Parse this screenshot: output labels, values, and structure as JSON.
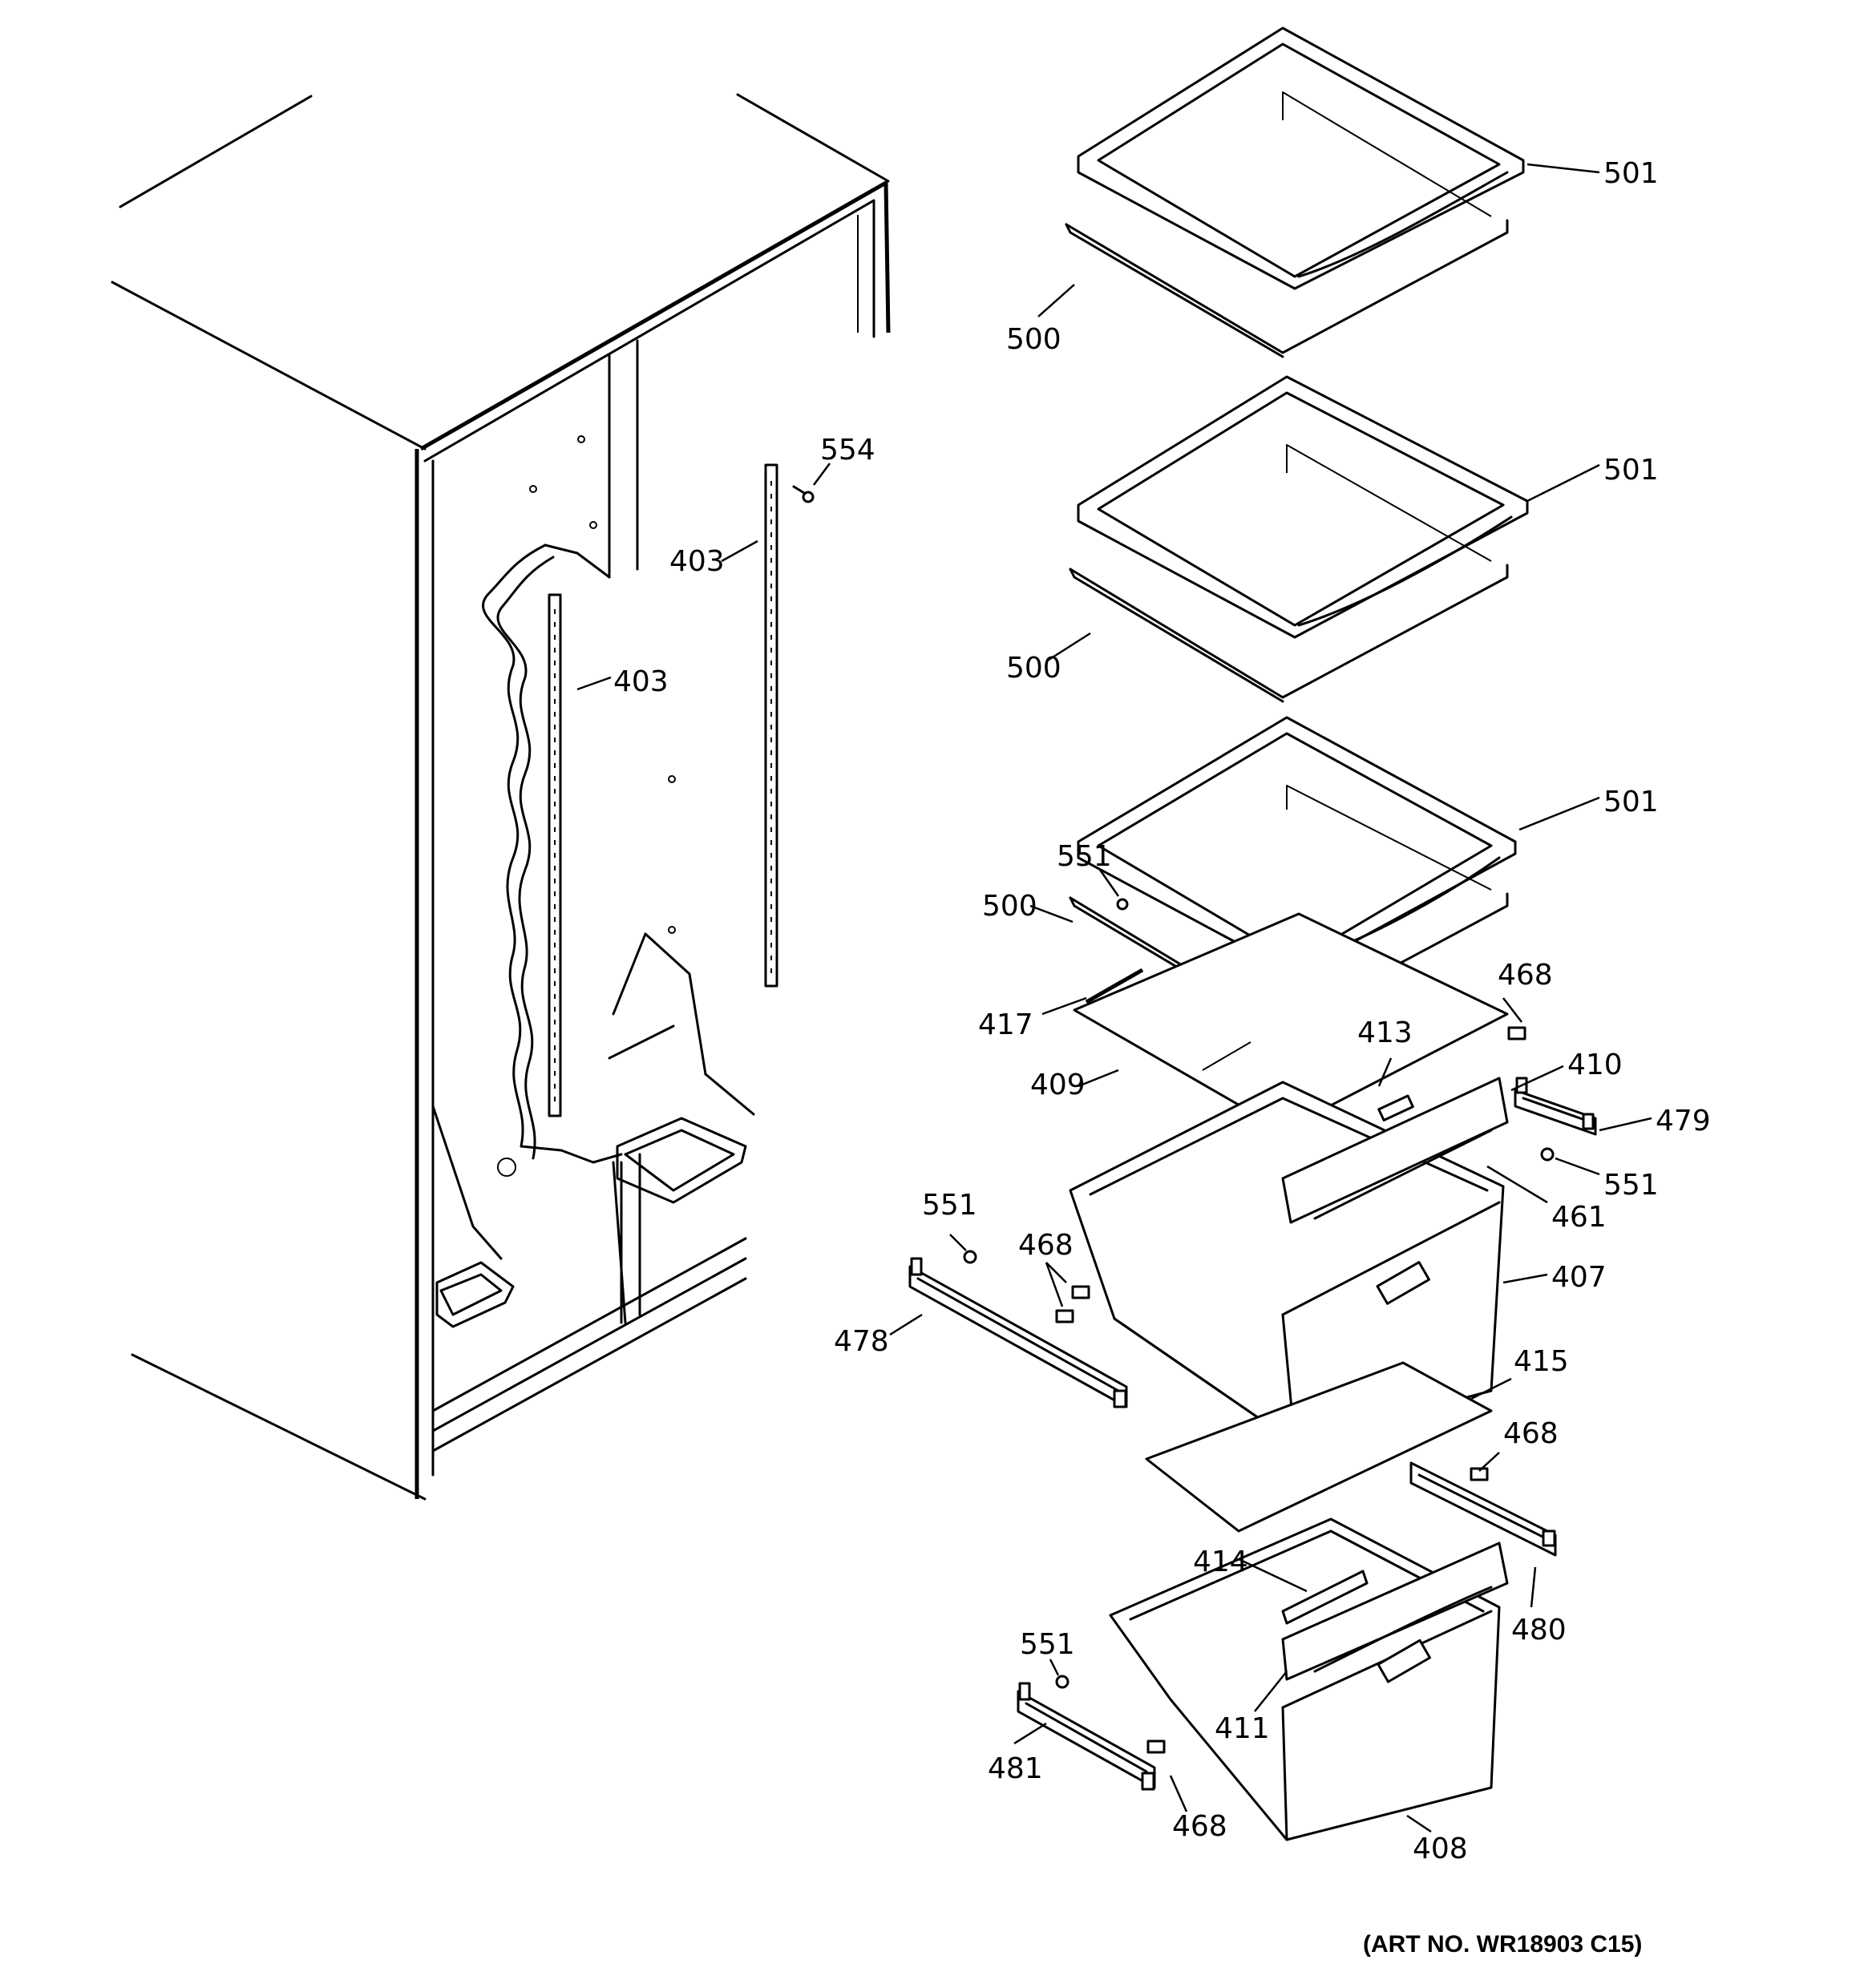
{
  "diagram": {
    "art_number": "(ART NO. WR18903 C15)",
    "callouts": {
      "c501a": "501",
      "c500a": "500",
      "c501b": "501",
      "c500b": "500",
      "c554": "554",
      "c403a": "403",
      "c403b": "403",
      "c501c": "501",
      "c551a": "551",
      "c500c": "500",
      "c468a": "468",
      "c417": "417",
      "c413": "413",
      "c410": "410",
      "c409": "409",
      "c479": "479",
      "c551b": "551",
      "c551c": "551",
      "c461": "461",
      "c468b": "468",
      "c407": "407",
      "c478": "478",
      "c415": "415",
      "c468c": "468",
      "c414": "414",
      "c480": "480",
      "c551d": "551",
      "c411": "411",
      "c481": "481",
      "c468d": "468",
      "c408": "408"
    }
  }
}
